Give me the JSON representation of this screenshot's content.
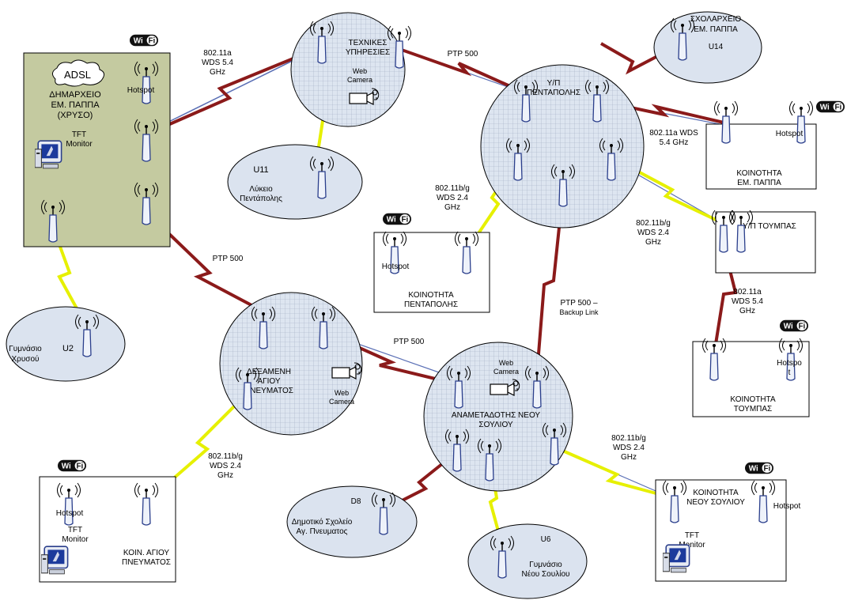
{
  "center": {
    "label_l1": "ΔΗΜΑΡΧΕΙΟ",
    "label_l2": "ΕΜ. ΠΑΠΠΑ",
    "label_l3": "(ΧΡΥΣΟ)",
    "adsl": "ADSL",
    "hotspot": "Hotspot",
    "tft_l1": "TFT",
    "tft_l2": "Monitor"
  },
  "nodes": {
    "technikes_l1": "ΤΕΧΝΙΚΕΣ",
    "technikes_l2": "ΥΠΗΡΕΣΙΕΣ",
    "webcam_l1": "Web",
    "webcam_l2": "Camera",
    "yp_pentapolis_l1": "Υ/Π",
    "yp_pentapolis_l2": "ΠΕΝΤΑΠΟΛΗΣ",
    "dexameni_l1": "ΔΕΞΑΜΕΝΗ",
    "dexameni_l2": "ΑΓΙΟΥ",
    "dexameni_l3": "ΠΝΕΥΜΑΤΟΣ",
    "anamet_l1": "ΑΝΑΜΕΤΑΔΟΤΗΣ ΝΕΟΥ",
    "anamet_l2": "ΣΟΥΛΙΟΥ"
  },
  "sites": {
    "u11_code": "U11",
    "u11_l1": "Λύκειο",
    "u11_l2": "Πεντάπολης",
    "u14_code": "U14",
    "u14_l1": "ΣΧΟΛΑΡΧΕΙΟ",
    "u14_l2": "ΕΜ. ΠΑΠΠΑ",
    "u2_code": "U2",
    "u2_l1": "Γυμνάσιο",
    "u2_l2": "Χρυσού",
    "d8_code": "D8",
    "d8_l1": "Δημοτικό Σχολείο",
    "d8_l2": "Αγ. Πνευματος",
    "u6_code": "U6",
    "u6_l1": "Γυμνάσιο",
    "u6_l2": "Νέου Σουλίου"
  },
  "boxes": {
    "em_pappa_l1": "ΚΟΙΝΟΤΗΤΑ",
    "em_pappa_l2": "ΕΜ. ΠΑΠΠΑ",
    "pentapolis_l1": "ΚΟΙΝΟΤΗΤΑ",
    "pentapolis_l2": "ΠΕΝΤΑΠΟΛΗΣ",
    "yp_toumpas": "Υ/Π ΤΟΥΜΠΑΣ",
    "toumpas_l1": "ΚΟΙΝΟΤΗΤΑ",
    "toumpas_l2": "ΤΟΥΜΠΑΣ",
    "toumpas_hotspot_l1": "Hotspo",
    "toumpas_hotspot_l2": "t",
    "agiou_l1": "ΚΟΙΝ. ΑΓΙΟΥ",
    "agiou_l2": "ΠΝΕΥΜΑΤΟΣ",
    "neou_l1": "ΚΟΙΝΟΤΗΤΑ",
    "neou_l2": "ΝΕΟΥ ΣΟΥΛΙΟΥ",
    "hotspot": "Hotspot",
    "tft_l1": "TFT",
    "tft_l2": "Monitor"
  },
  "links": {
    "l1_a": "802.11a",
    "l1_b": "WDS 5.4",
    "l1_c": "GHz",
    "ptp": "PTP 500",
    "l2_a": "802.11a WDS",
    "l2_b": "5.4 GHz",
    "l3_a": "802.11b/g",
    "l3_b": "WDS 2.4",
    "l3_c": "GHz",
    "backup_a": "PTP 500 –",
    "backup_b": "Backup Link",
    "l5_a": "802.11a",
    "l5_b": "WDS 5.4",
    "l5_c": "GHz"
  },
  "wifi_logo": "Wi Fi",
  "colors": {
    "red_link": "#8b1a1a",
    "yellow_link": "#e6f000",
    "blue_line": "#5a6fb5",
    "olive_box": "#c4caa0",
    "circle_fill": "#dbe3ef",
    "grid": "#9aa6bd"
  }
}
